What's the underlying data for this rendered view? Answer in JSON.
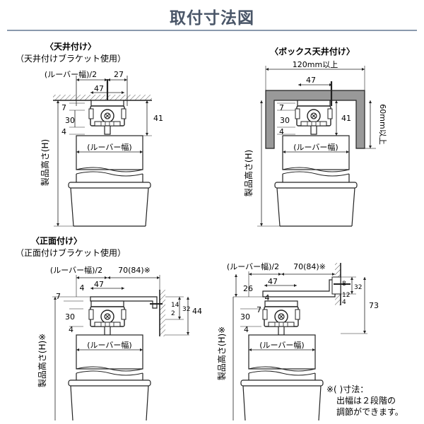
{
  "title": "取付寸法図",
  "ceiling": {
    "heading": "〈天井付け〉",
    "subheading": "（天井付けブラケット使用）",
    "dim_half_width": "(ルーバー幅)/2",
    "dim_27": "27",
    "dim_47": "47",
    "dim_7": "7",
    "dim_30": "30",
    "dim_4": "4",
    "dim_41": "41",
    "louver_width": "(ルーバー幅)",
    "product_height": "製品高さ(H)"
  },
  "box_ceiling": {
    "heading": "〈ボックス天井付け〉",
    "dim_120": "120mm以上",
    "dim_47": "47",
    "dim_7": "7",
    "dim_30": "30",
    "dim_4": "4",
    "dim_41": "41",
    "dim_60": "60mm以上",
    "louver_width": "(ルーバー幅)",
    "product_height": "製品高さ(H)"
  },
  "front": {
    "heading": "〈正面付け〉",
    "subheading": "（正面付けブラケット使用）",
    "dim_half_width": "(ルーバー幅)/2",
    "dim_70": "70(84)※",
    "dim_4a": "4",
    "dim_47": "47",
    "dim_7": "7",
    "dim_30": "30",
    "dim_4b": "4",
    "dim_14": "14",
    "dim_2": "2",
    "dim_32": "32",
    "dim_44": "44",
    "louver_width": "(ルーバー幅)",
    "product_height": "製品高さ(H)※"
  },
  "front2": {
    "dim_half_width": "(ルーバー幅)/2",
    "dim_70": "70(84)※",
    "dim_26": "26",
    "dim_47": "47",
    "dim_4a": "4",
    "dim_7": "7",
    "dim_30": "30",
    "dim_4b": "4",
    "dim_8": "8",
    "dim_32": "32",
    "dim_12": "12",
    "dim_4c": "4",
    "dim_73": "73",
    "louver_width": "(ルーバー幅)",
    "product_height": "製品高さ(H)※"
  },
  "note": {
    "line1": "※(  )寸法：",
    "line2": "出幅は２段階の",
    "line3": "調節ができます。"
  },
  "colors": {
    "title": "#4a5668",
    "rule": "#8a99ad",
    "line": "#222222",
    "hatch": "#555555",
    "box_fill": "#999999"
  }
}
